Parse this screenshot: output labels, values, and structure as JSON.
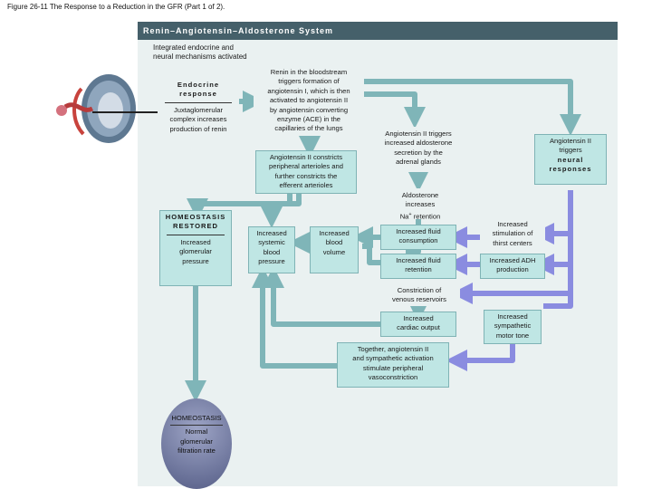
{
  "figure_title": "Figure 26-11 The Response to a Reduction in the GFR (Part 1 of 2).",
  "panel_title": "Renin–Angiotensin–Aldosterone System",
  "integrated_note": [
    "Integrated endocrine and",
    "neural mechanisms activated"
  ],
  "endocrine": {
    "heading": [
      "Endocrine",
      "response"
    ],
    "body": [
      "Juxtaglomerular",
      "complex increases",
      "production of renin"
    ]
  },
  "renin": [
    "Renin in the bloodstream",
    "triggers formation of",
    "angiotensin I, which is then",
    "activated to angiotensin II",
    "by angiotensin converting",
    "enzyme (ACE) in the",
    "capillaries of the lungs"
  ],
  "constricts": [
    "Angiotensin II constricts",
    "peripheral arterioles and",
    "further constricts the",
    "efferent arterioles"
  ],
  "aldo_trigger": [
    "Angiotensin II triggers",
    "increased aldosterone",
    "secretion by the",
    "adrenal glands"
  ],
  "neural": {
    "lines": [
      "Angiotensin II",
      "triggers"
    ],
    "bold": [
      "neural",
      "responses"
    ]
  },
  "homeostasis_restored": {
    "heading": [
      "HOMEOSTASIS",
      "RESTORED"
    ],
    "body": [
      "Increased",
      "glomerular",
      "pressure"
    ]
  },
  "systemic": [
    "Increased",
    "systemic",
    "blood",
    "pressure"
  ],
  "blood_volume": [
    "Increased",
    "blood",
    "volume"
  ],
  "aldosterone": [
    "Aldosterone",
    "increases"
  ],
  "na_retention": {
    "base": "Na",
    "sup": "+",
    "rest": " retention"
  },
  "fluid_consumption": [
    "Increased fluid",
    "consumption"
  ],
  "fluid_retention": [
    "Increased fluid",
    "retention"
  ],
  "thirst": [
    "Increased",
    "stimulation of",
    "thirst centers"
  ],
  "adh": [
    "Increased ADH",
    "production"
  ],
  "venous": [
    "Constriction of",
    "venous reservoirs"
  ],
  "cardiac": [
    "Increased",
    "cardiac output"
  ],
  "sympathetic": [
    "Increased",
    "sympathetic",
    "motor tone"
  ],
  "together": [
    "Together, angiotensin II",
    "and sympathetic activation",
    "stimulate peripheral",
    "vasoconstriction"
  ],
  "homeostasis_normal": {
    "heading": [
      "HOMEOSTASIS"
    ],
    "body": [
      "Normal",
      "glomerular",
      "filtration rate"
    ]
  },
  "colors": {
    "panel": "#eaf1f1",
    "header": "#45606a",
    "box": "#bfe6e4",
    "arrow_teal": "#7fb5b8",
    "arrow_purple": "#8a8ce0",
    "homeostasis_circle": "#6a7299"
  }
}
